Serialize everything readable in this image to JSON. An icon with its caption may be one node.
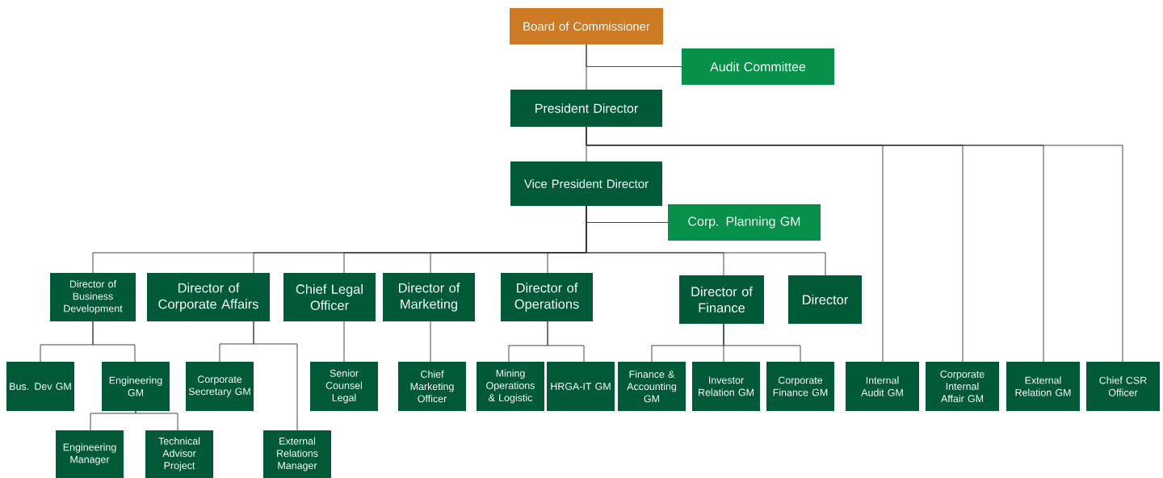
{
  "diagram": {
    "nodes": [
      {
        "text": [
          "Board of Commissioner"
        ]
      },
      {
        "text": [
          "Audit Committee"
        ]
      },
      {
        "text": [
          "President Director"
        ]
      },
      {
        "text": [
          "Vice President Director"
        ]
      },
      {
        "text": [
          "Corp. Planning GM"
        ]
      },
      {
        "text": [
          "Director of Business Development"
        ]
      },
      {
        "text": [
          "Director of Corporate Affairs"
        ]
      },
      {
        "text": [
          "Chief Legal Officer"
        ]
      },
      {
        "text": [
          "Director of Marketing"
        ]
      },
      {
        "text": [
          "Director of Operations"
        ]
      },
      {
        "text": [
          "Director of Finance"
        ]
      },
      {
        "text": [
          "Director"
        ]
      },
      {
        "text": [
          "Bus. Dev GM"
        ]
      },
      {
        "text": [
          "Engineering GM"
        ]
      },
      {
        "text": [
          "Corporate Secretary GM"
        ]
      },
      {
        "text": [
          "Senior Counsel Legal"
        ]
      },
      {
        "text": [
          "Chief Marketing Officer"
        ]
      },
      {
        "text": [
          "Mining Operations & Logistic"
        ]
      },
      {
        "text": [
          "HRGA-IT GM"
        ]
      },
      {
        "text": [
          "Finance & Accounting GM"
        ]
      },
      {
        "text": [
          "Investor Relation GM"
        ]
      },
      {
        "text": [
          "Corporate Finance GM"
        ]
      },
      {
        "text": [
          "Internal Audit GM"
        ]
      },
      {
        "text": [
          "Corporate Internal Affair GM"
        ]
      },
      {
        "text": [
          "External Relation GM"
        ]
      },
      {
        "text": [
          "Chief CSR Officer"
        ]
      },
      {
        "text": [
          "Engineering Manager"
        ]
      },
      {
        "text": [
          "Technical Advisor Project"
        ]
      },
      {
        "text": [
          "External Relations Manager"
        ]
      }
    ],
    "edges": [
      {
        "from": 0,
        "to": 2,
        "arrow": "none"
      },
      {
        "from": 0,
        "to": 1,
        "arrow": "none"
      },
      {
        "from": 2,
        "to": 3,
        "arrow": "none"
      },
      {
        "from": 2,
        "to": 22,
        "arrow": "none"
      },
      {
        "from": 2,
        "to": 23,
        "arrow": "none"
      },
      {
        "from": 2,
        "to": 24,
        "arrow": "none"
      },
      {
        "from": 2,
        "to": 25,
        "arrow": "none"
      },
      {
        "from": 3,
        "to": 4,
        "arrow": "none"
      },
      {
        "from": 3,
        "to": 5,
        "arrow": "none"
      },
      {
        "from": 3,
        "to": 6,
        "arrow": "none"
      },
      {
        "from": 3,
        "to": 7,
        "arrow": "none"
      },
      {
        "from": 3,
        "to": 8,
        "arrow": "none"
      },
      {
        "from": 3,
        "to": 9,
        "arrow": "none"
      },
      {
        "from": 3,
        "to": 10,
        "arrow": "none"
      },
      {
        "from": 3,
        "to": 11,
        "arrow": "none"
      },
      {
        "from": 5,
        "to": 12,
        "arrow": "none"
      },
      {
        "from": 5,
        "to": 13,
        "arrow": "none"
      },
      {
        "from": 13,
        "to": 26,
        "arrow": "none"
      },
      {
        "from": 13,
        "to": 27,
        "arrow": "none"
      },
      {
        "from": 6,
        "to": 14,
        "arrow": "none"
      },
      {
        "from": 6,
        "to": 28,
        "arrow": "none"
      },
      {
        "from": 7,
        "to": 15,
        "arrow": "none"
      },
      {
        "from": 8,
        "to": 16,
        "arrow": "none"
      },
      {
        "from": 9,
        "to": 17,
        "arrow": "none"
      },
      {
        "from": 9,
        "to": 18,
        "arrow": "none"
      },
      {
        "from": 10,
        "to": 19,
        "arrow": "none"
      },
      {
        "from": 10,
        "to": 20,
        "arrow": "none"
      },
      {
        "from": 10,
        "to": 21,
        "arrow": "none"
      }
    ]
  }
}
